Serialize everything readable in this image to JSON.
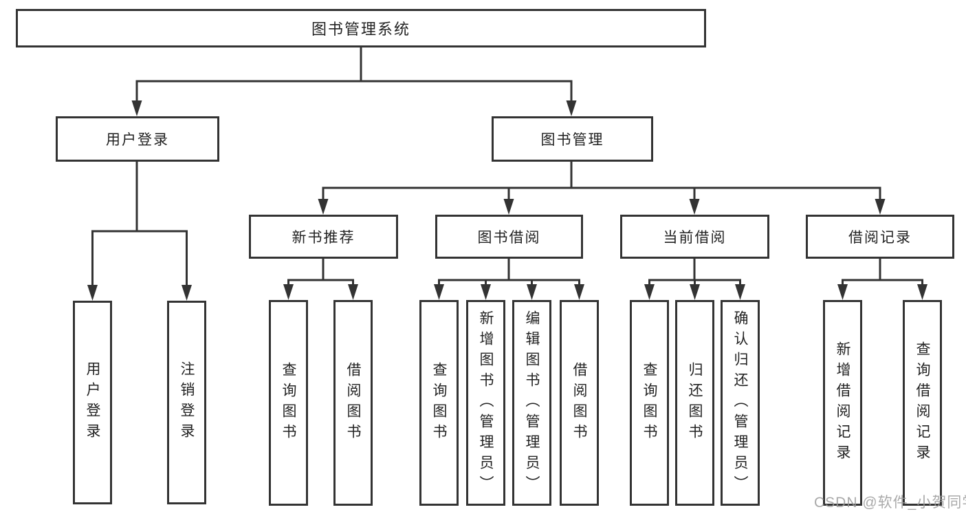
{
  "diagram": {
    "type": "hierarchy-tree",
    "colors": {
      "line": "#333333",
      "box_border": "#333333",
      "box_fill": "#ffffff",
      "text": "#222222",
      "background": "#ffffff",
      "watermark": "#9b9b9b"
    },
    "nodes": {
      "root": {
        "label": "图书管理系统"
      },
      "user_login": {
        "label": "用户登录"
      },
      "book_mgmt": {
        "label": "图书管理"
      },
      "new_book_rec": {
        "label": "新书推荐"
      },
      "book_borrow": {
        "label": "图书借阅"
      },
      "current_borrow": {
        "label": "当前借阅"
      },
      "borrow_records": {
        "label": "借阅记录"
      },
      "leaves": {
        "user_login": {
          "label": "用户登录"
        },
        "logout": {
          "label": "注销登录"
        },
        "query_books_a": {
          "label": "查询图书"
        },
        "borrow_books_a": {
          "label": "借阅图书"
        },
        "query_books_b": {
          "label": "查询图书"
        },
        "add_books": {
          "label": "新增图书（管理员）"
        },
        "edit_books": {
          "label": "编辑图书（管理员）"
        },
        "borrow_books_b": {
          "label": "借阅图书"
        },
        "query_books_c": {
          "label": "查询图书"
        },
        "return_books": {
          "label": "归还图书"
        },
        "confirm_return": {
          "label": "确认归还（管理员）"
        },
        "add_borrow_record": {
          "label": "新增借阅记录"
        },
        "query_borrow_record": {
          "label": "查询借阅记录"
        }
      }
    },
    "edges": [
      "root -> user_login",
      "root -> book_mgmt",
      "user_login -> leaves.user_login",
      "user_login -> leaves.logout",
      "book_mgmt -> new_book_rec",
      "book_mgmt -> book_borrow",
      "book_mgmt -> current_borrow",
      "book_mgmt -> borrow_records",
      "new_book_rec -> leaves.query_books_a",
      "new_book_rec -> leaves.borrow_books_a",
      "book_borrow -> leaves.query_books_b",
      "book_borrow -> leaves.add_books",
      "book_borrow -> leaves.edit_books",
      "book_borrow -> leaves.borrow_books_b",
      "current_borrow -> leaves.query_books_c",
      "current_borrow -> leaves.return_books",
      "current_borrow -> leaves.confirm_return",
      "borrow_records -> leaves.add_borrow_record",
      "borrow_records -> leaves.query_borrow_record"
    ]
  },
  "watermark": {
    "text": "CSDN @软件_小贺同学"
  }
}
